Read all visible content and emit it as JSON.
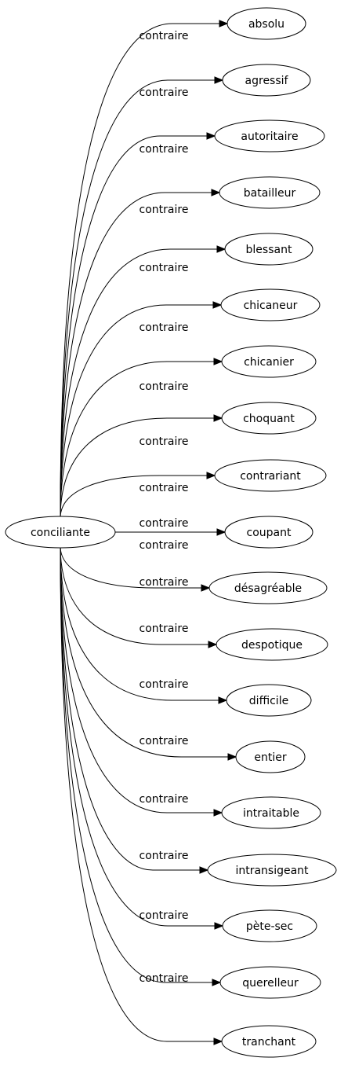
{
  "graph": {
    "root": {
      "label": "conciliante"
    },
    "edge_label": "contraire",
    "targets": [
      {
        "label": "absolu"
      },
      {
        "label": "agressif"
      },
      {
        "label": "autoritaire"
      },
      {
        "label": "batailleur"
      },
      {
        "label": "blessant"
      },
      {
        "label": "chicaneur"
      },
      {
        "label": "chicanier"
      },
      {
        "label": "choquant"
      },
      {
        "label": "contrariant"
      },
      {
        "label": "coupant"
      },
      {
        "label": "désagréable"
      },
      {
        "label": "despotique"
      },
      {
        "label": "difficile"
      },
      {
        "label": "entier"
      },
      {
        "label": "intraitable"
      },
      {
        "label": "intransigeant"
      },
      {
        "label": "pète-sec"
      },
      {
        "label": "querelleur"
      },
      {
        "label": "tranchant"
      }
    ]
  }
}
